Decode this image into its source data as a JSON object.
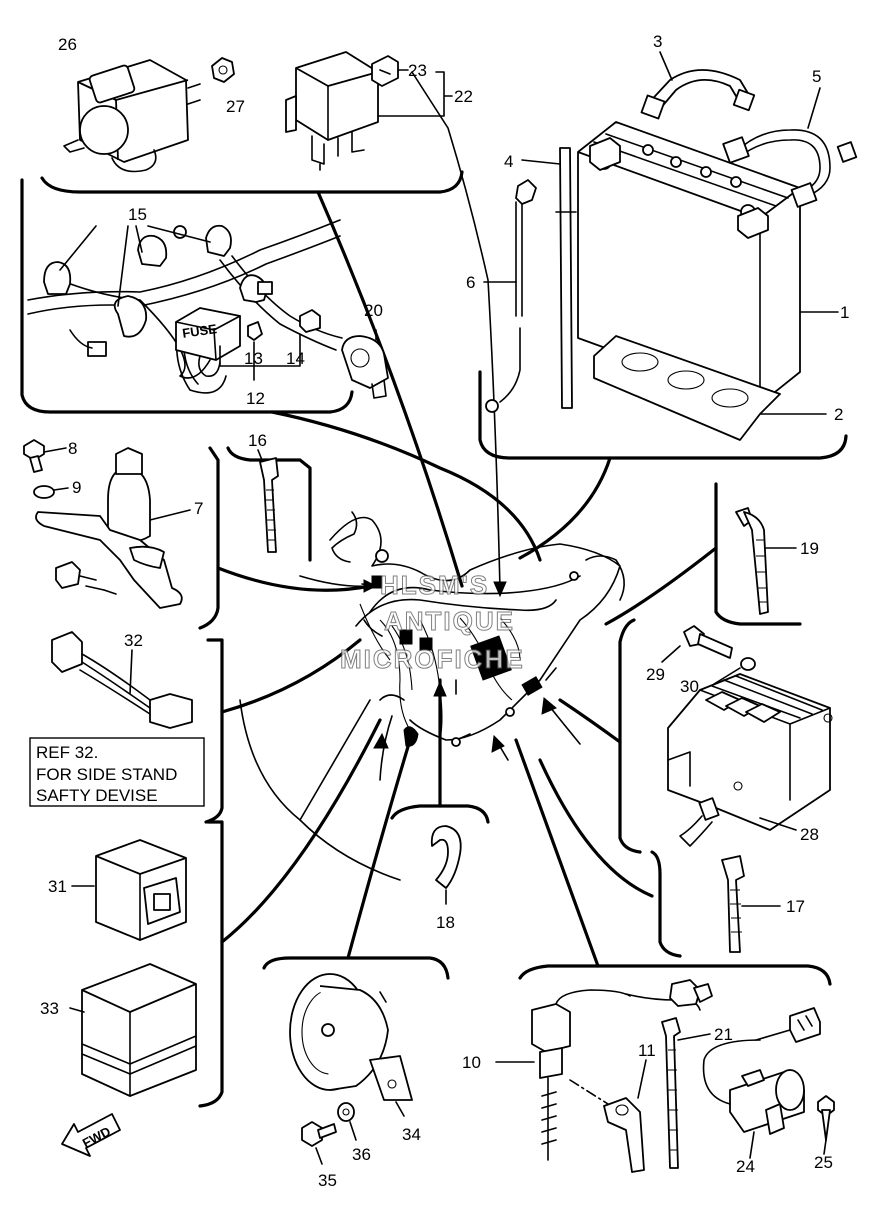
{
  "labels": {
    "p1": "1",
    "p2": "2",
    "p3": "3",
    "p4": "4",
    "p5": "5",
    "p6": "6",
    "p7": "7",
    "p8": "8",
    "p9": "9",
    "p10": "10",
    "p11": "11",
    "p12": "12",
    "p13": "13",
    "p14": "14",
    "p15": "15",
    "p16": "16",
    "p17": "17",
    "p18": "18",
    "p19": "19",
    "p20": "20",
    "p21": "21",
    "p22": "22",
    "p23": "23",
    "p24": "24",
    "p25": "25",
    "p26": "26",
    "p27": "27",
    "p28": "28",
    "p29": "29",
    "p30": "30",
    "p31": "31",
    "p32": "32",
    "p33": "33",
    "p34": "34",
    "p35": "35",
    "p36": "36"
  },
  "ref_note": {
    "line1": "REF 32.",
    "line2": "FOR SIDE STAND",
    "line3": "SAFTY DEVISE"
  },
  "fuse_text": "FUSE",
  "fwd_text": "FWD",
  "watermark": {
    "line1": "HLSM'S",
    "line2": "ANTIQUE",
    "line3": "MICROFICHE"
  }
}
